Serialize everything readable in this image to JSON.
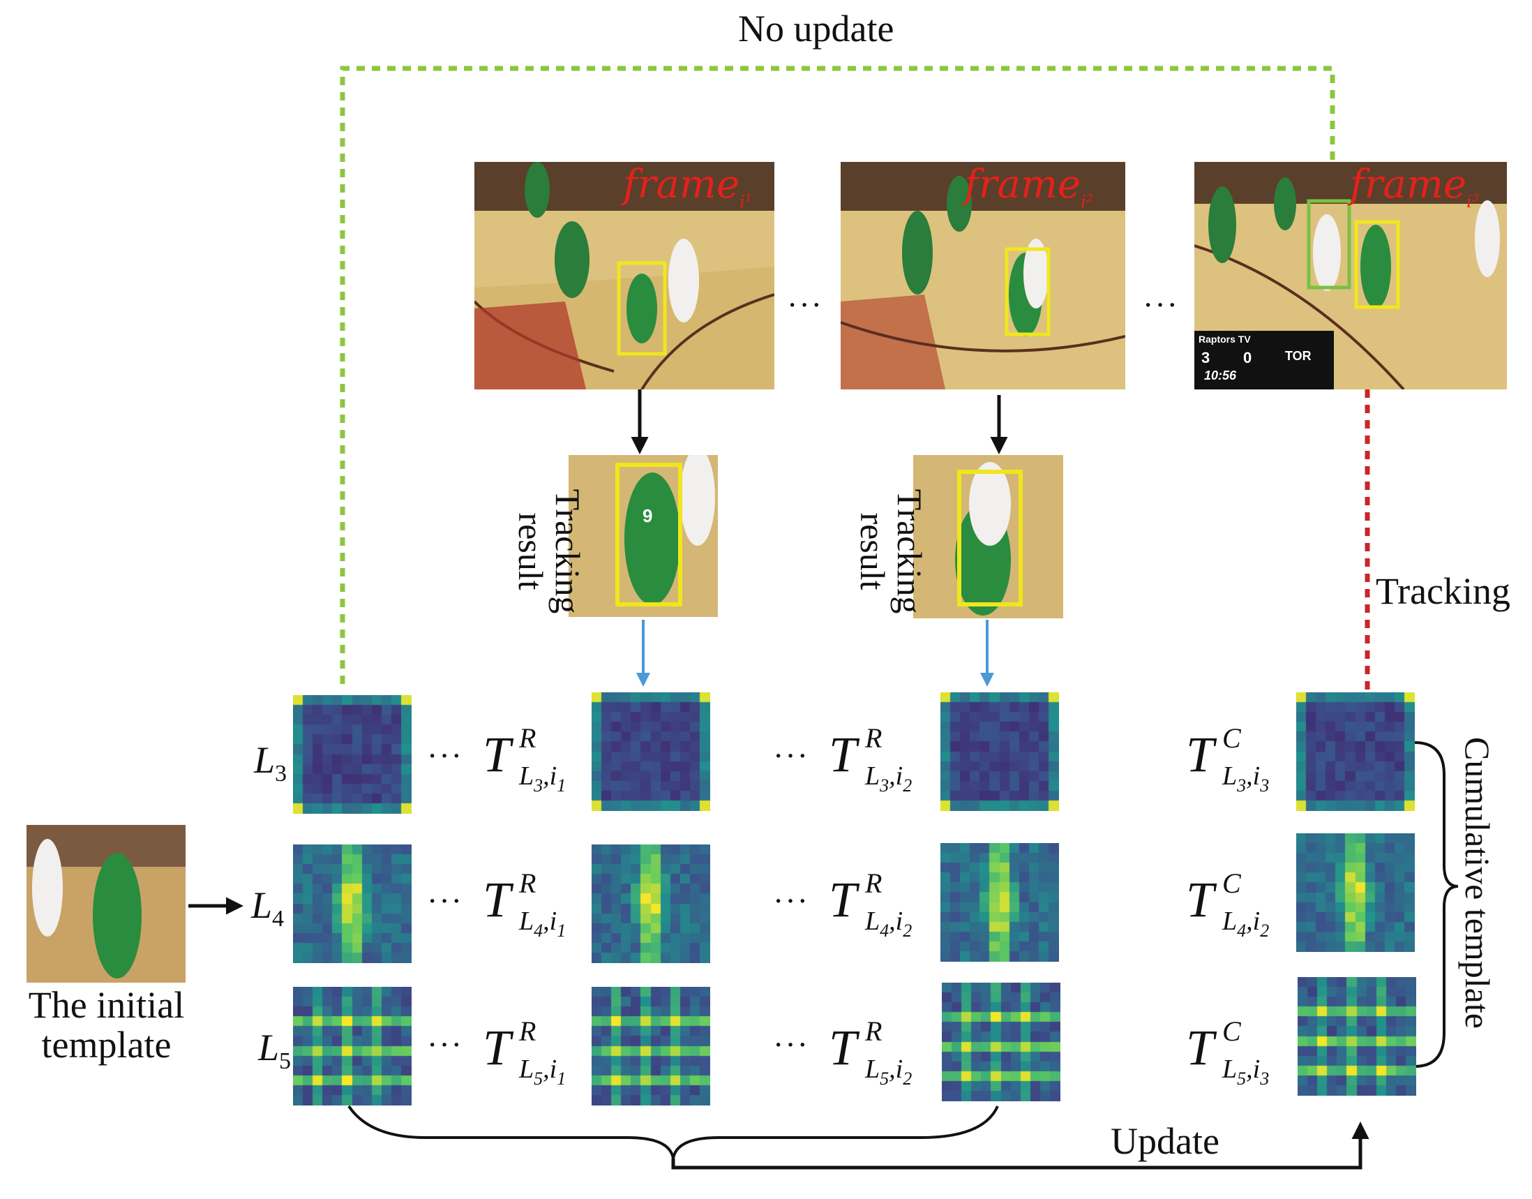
{
  "labels": {
    "no_update": "No update",
    "update": "Update",
    "tracking": "Tracking",
    "tracking_result_1": "Tracking",
    "tracking_result_2": "result",
    "initial_template_1": "The initial",
    "initial_template_2": "template",
    "cumulative_template": "Cumulative template",
    "dots": "···"
  },
  "frames": [
    {
      "name": "frame",
      "sub": "i",
      "subsub": "1"
    },
    {
      "name": "frame",
      "sub": "i",
      "subsub": "2"
    },
    {
      "name": "frame",
      "sub": "i",
      "subsub": "3"
    }
  ],
  "layers": [
    {
      "L": "L",
      "n": "3"
    },
    {
      "L": "L",
      "n": "4"
    },
    {
      "L": "L",
      "n": "5"
    }
  ],
  "templates": {
    "R_col1": [
      {
        "T": "T",
        "sup": "R",
        "L": "L",
        "n": "3",
        "i": "i",
        "k": "1"
      },
      {
        "T": "T",
        "sup": "R",
        "L": "L",
        "n": "4",
        "i": "i",
        "k": "1"
      },
      {
        "T": "T",
        "sup": "R",
        "L": "L",
        "n": "5",
        "i": "i",
        "k": "1"
      }
    ],
    "R_col2": [
      {
        "T": "T",
        "sup": "R",
        "L": "L",
        "n": "3",
        "i": "i",
        "k": "2"
      },
      {
        "T": "T",
        "sup": "R",
        "L": "L",
        "n": "4",
        "i": "i",
        "k": "2"
      },
      {
        "T": "T",
        "sup": "R",
        "L": "L",
        "n": "5",
        "i": "i",
        "k": "2"
      }
    ],
    "C_col": [
      {
        "T": "T",
        "sup": "C",
        "L": "L",
        "n": "3",
        "i": "i",
        "k": "3"
      },
      {
        "T": "T",
        "sup": "C",
        "L": "L",
        "n": "4",
        "i": "i",
        "k": "2"
      },
      {
        "T": "T",
        "sup": "C",
        "L": "L",
        "n": "5",
        "i": "i",
        "k": "3"
      }
    ]
  },
  "scoreboard": {
    "team": "TOR",
    "score_left": "3",
    "score_right": "0",
    "time": "10:56",
    "channel": "Raptors TV",
    "jersey": "9"
  },
  "colors": {
    "green_dashed": "#8cc63f",
    "red_dashed": "#c8262a",
    "blue_arrow": "#4a9ad6",
    "black_arrow": "#111111",
    "frame_label": "#e4211c",
    "track_box": "#f0e61e",
    "green_box": "#7ac142"
  }
}
